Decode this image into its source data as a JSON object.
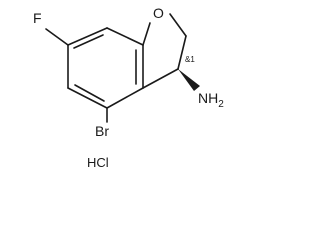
{
  "molecule": {
    "atoms": {
      "fluorine": "F",
      "oxygen": "O",
      "bromine": "Br",
      "amine": "NH2"
    },
    "amine_parts": {
      "main": "NH",
      "subscript": "2"
    },
    "stereo_mark": "&1",
    "salt": "HCl"
  },
  "colors": {
    "ink": "#1a1a1a",
    "background": "#ffffff"
  }
}
